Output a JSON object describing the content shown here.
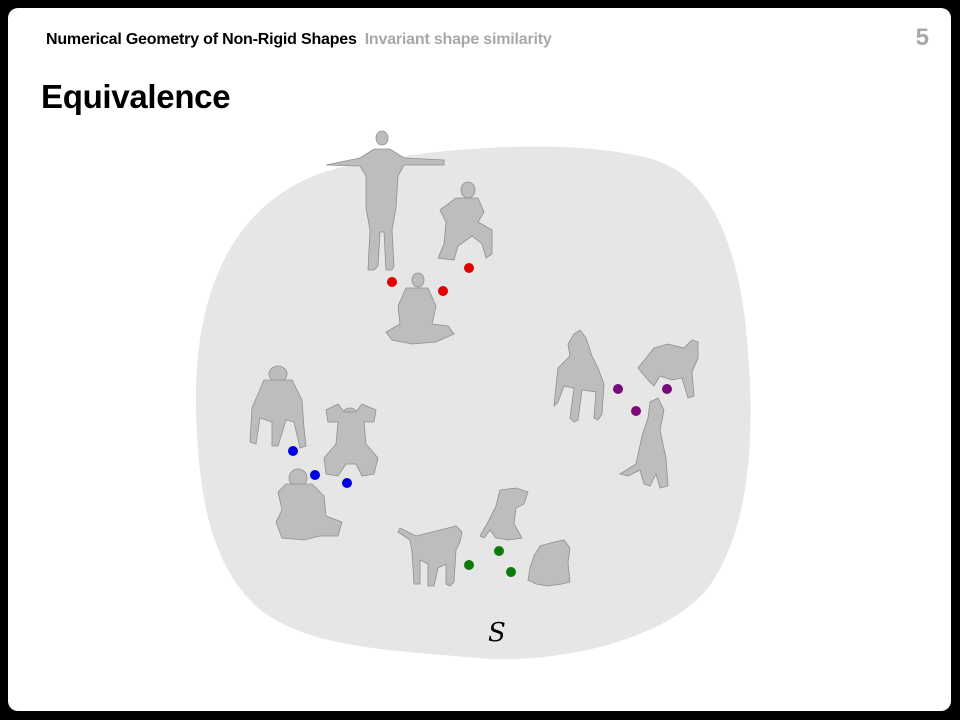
{
  "header": {
    "course_title": "Numerical Geometry of Non-Rigid Shapes",
    "lecture_title": "Invariant shape similarity",
    "page_number": "5"
  },
  "slide": {
    "title": "Equivalence"
  },
  "figure": {
    "set_label": "S",
    "region_color": "#e6e6e6",
    "groups": [
      {
        "name": "humans",
        "dot_color": "#e00000",
        "shapes": [
          "human-standing-icon",
          "human-kneeling-icon",
          "human-sitting-icon"
        ]
      },
      {
        "name": "dogs",
        "dot_color": "#7a0a7a",
        "shapes": [
          "dog-standing-icon",
          "dog-running-icon",
          "dog-sitting-icon"
        ]
      },
      {
        "name": "gorillas",
        "dot_color": "#0000e0",
        "shapes": [
          "gorilla-walking-icon",
          "gorilla-hands-on-head-icon",
          "gorilla-sitting-icon"
        ]
      },
      {
        "name": "cats",
        "dot_color": "#0a7a0a",
        "shapes": [
          "cat-walking-icon",
          "cat-sitting-icon",
          "cat-crouching-icon"
        ]
      }
    ]
  }
}
